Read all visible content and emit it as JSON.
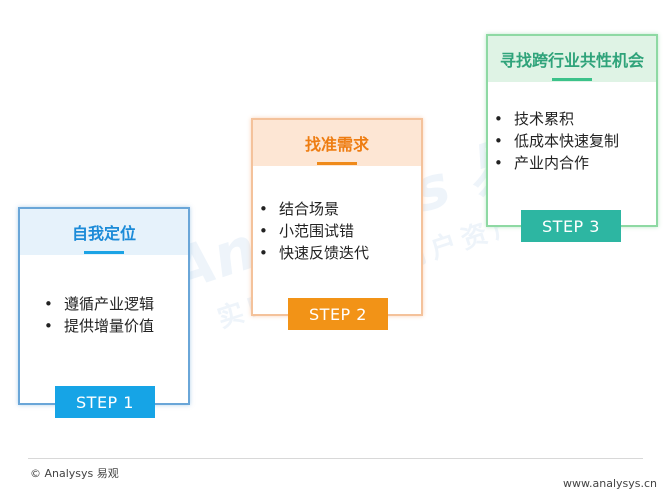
{
  "watermark": {
    "logo": "Analysys 易观",
    "slogan": "实时分析驱动用户资产"
  },
  "steps": [
    {
      "title": "自我定位",
      "items": [
        "遵循产业逻辑",
        "提供增量价值"
      ],
      "step_label": "STEP 1",
      "color": "#16a4e6"
    },
    {
      "title": "找准需求",
      "items": [
        "结合场景",
        "小范围试错",
        "快速反馈迭代"
      ],
      "step_label": "STEP 2",
      "color": "#f29317"
    },
    {
      "title": "寻找跨行业共性机会",
      "items": [
        "技术累积",
        "低成本快速复制",
        "产业内合作"
      ],
      "step_label": "STEP 3",
      "color": "#2db6a2"
    }
  ],
  "footer": {
    "copyright": "© Analysys 易观",
    "url": "www.analysys.cn"
  }
}
